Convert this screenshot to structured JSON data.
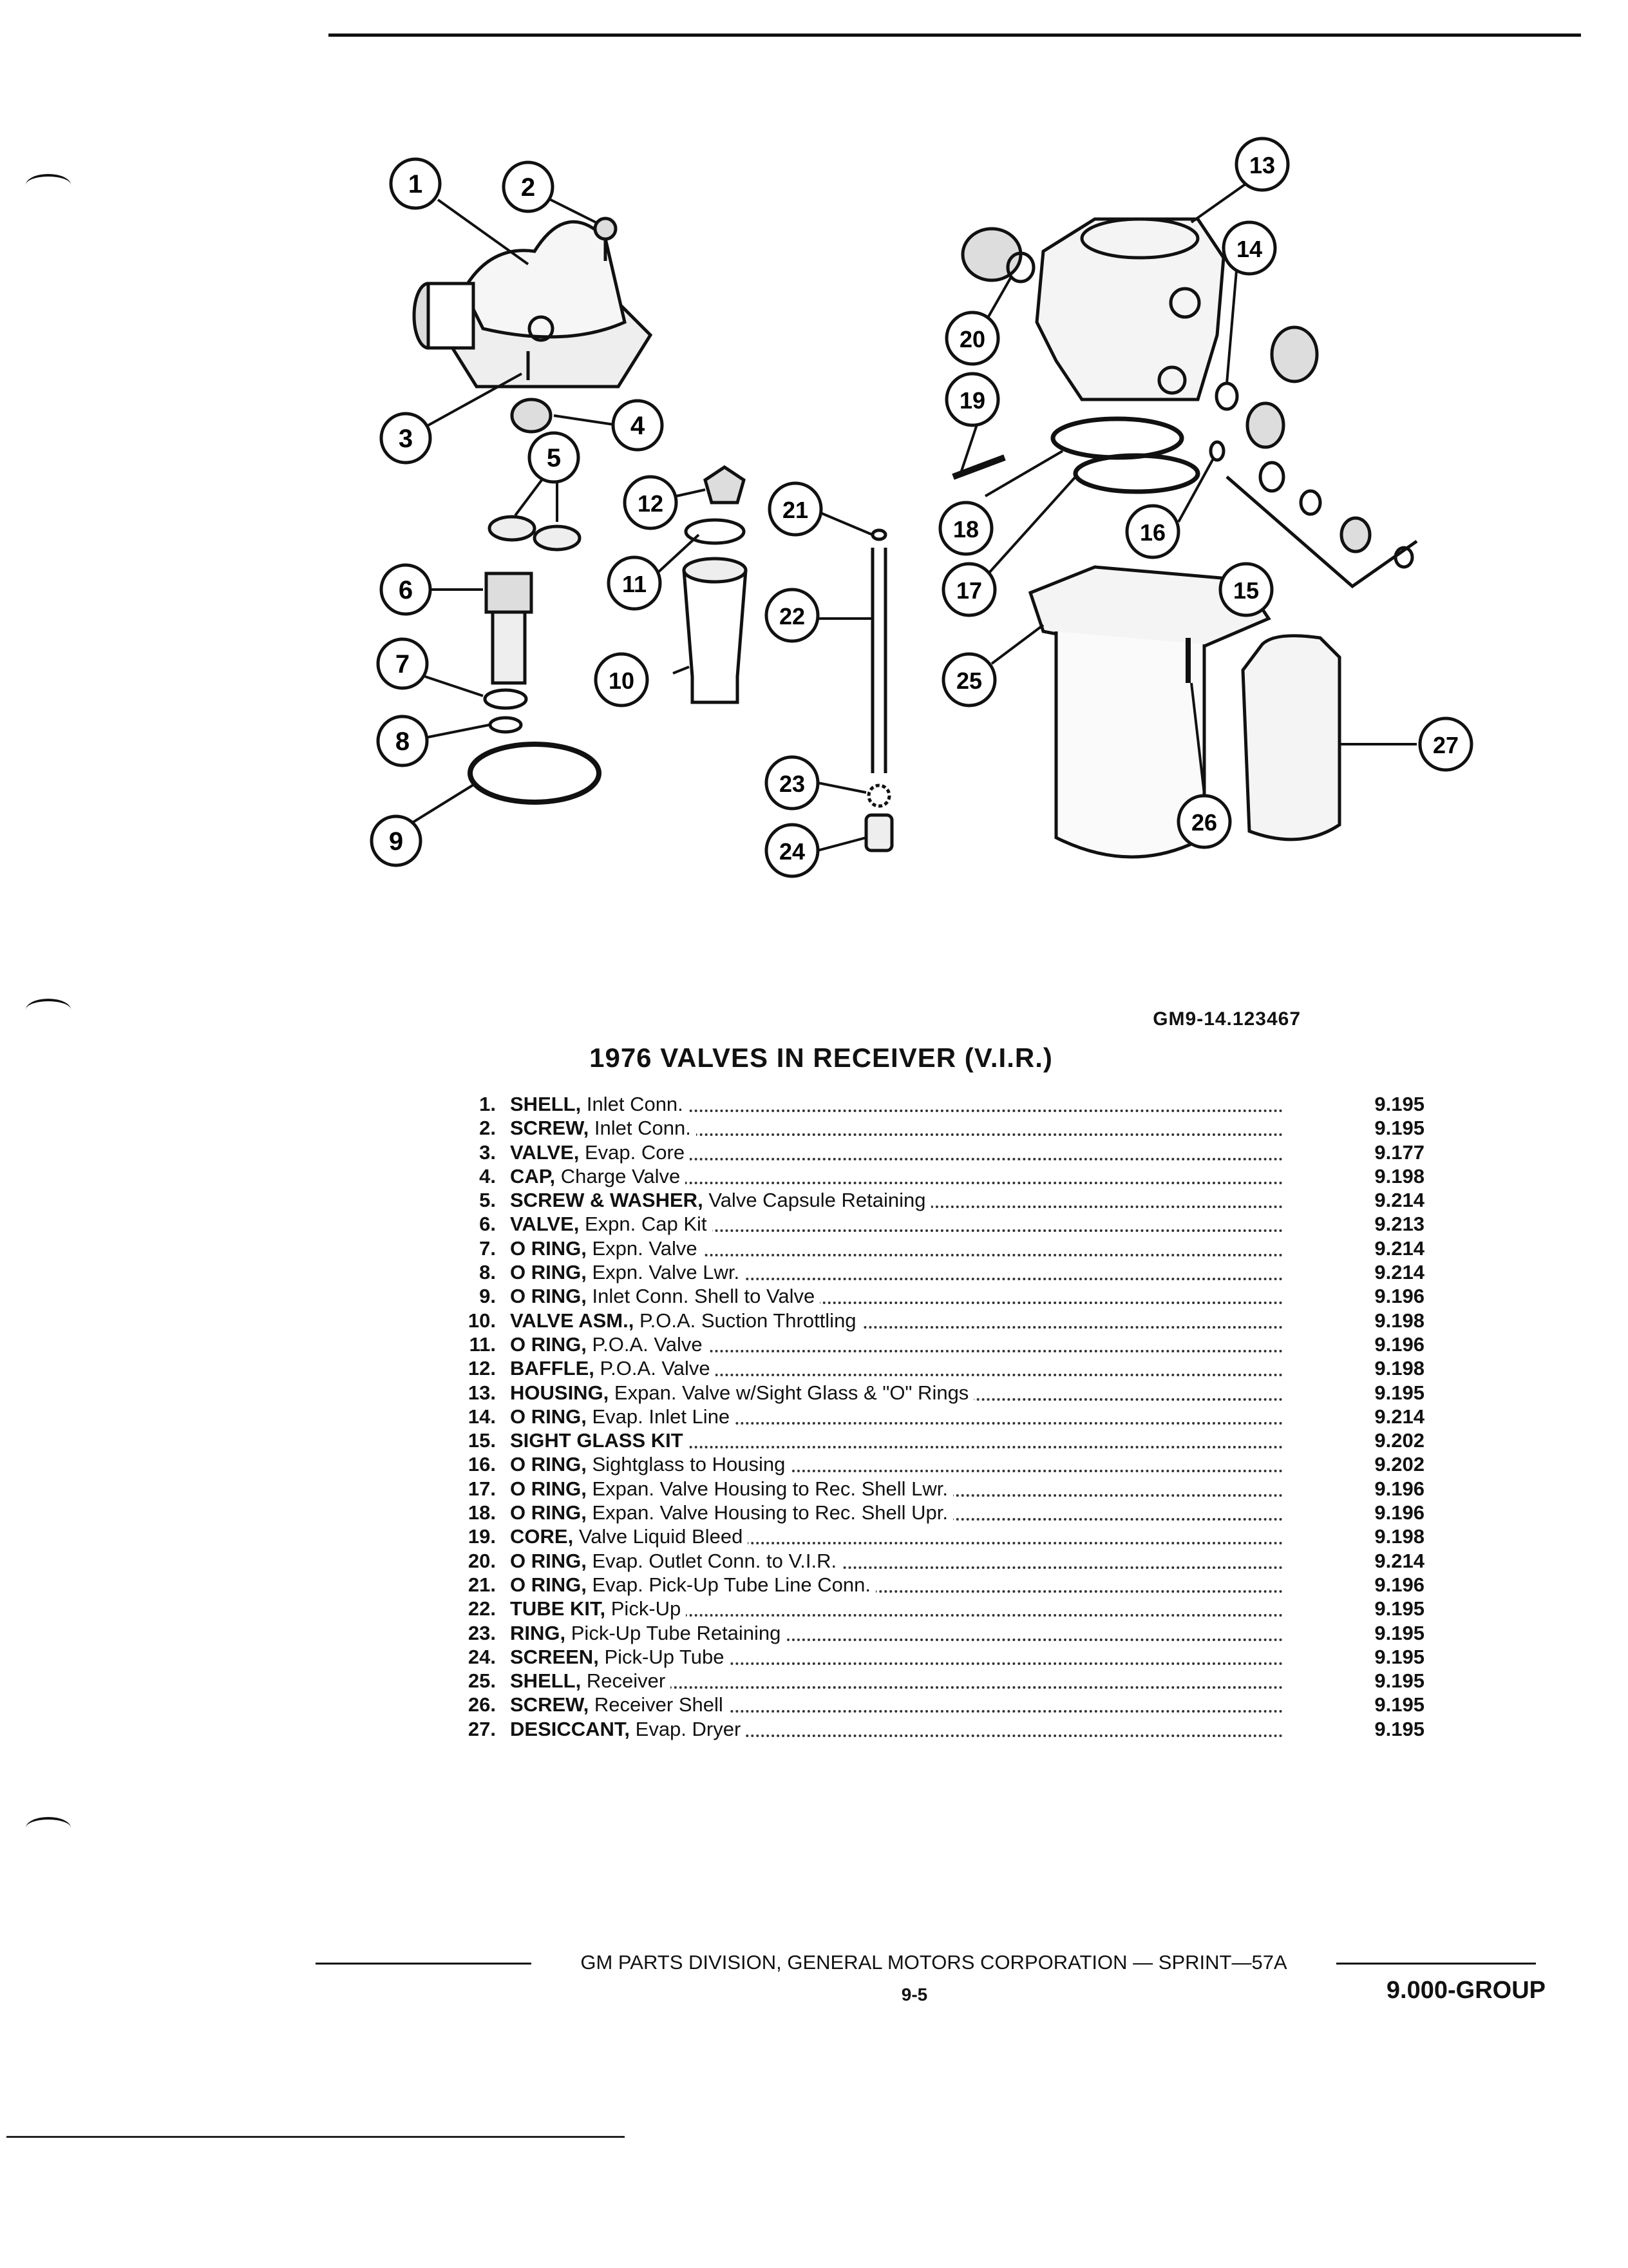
{
  "figure": {
    "code": "GM9-14.123467",
    "callouts": [
      "1",
      "2",
      "3",
      "4",
      "5",
      "6",
      "7",
      "8",
      "9",
      "10",
      "11",
      "12",
      "13",
      "14",
      "15",
      "16",
      "17",
      "18",
      "19",
      "20",
      "21",
      "22",
      "23",
      "24",
      "25",
      "26",
      "27"
    ]
  },
  "title": "1976 VALVES IN RECEIVER (V.I.R.)",
  "parts": [
    {
      "num": "1.",
      "name": "SHELL,",
      "desc": "Inlet Conn.",
      "page": "9.195"
    },
    {
      "num": "2.",
      "name": "SCREW,",
      "desc": "Inlet Conn.",
      "page": "9.195"
    },
    {
      "num": "3.",
      "name": "VALVE,",
      "desc": "Evap. Core",
      "page": "9.177"
    },
    {
      "num": "4.",
      "name": "CAP,",
      "desc": "Charge Valve",
      "page": "9.198"
    },
    {
      "num": "5.",
      "name": "SCREW & WASHER,",
      "desc": "Valve Capsule Retaining",
      "page": "9.214"
    },
    {
      "num": "6.",
      "name": "VALVE,",
      "desc": "Expn. Cap Kit",
      "page": "9.213"
    },
    {
      "num": "7.",
      "name": "O RING,",
      "desc": "Expn. Valve",
      "page": "9.214"
    },
    {
      "num": "8.",
      "name": "O RING,",
      "desc": "Expn. Valve Lwr.",
      "page": "9.214"
    },
    {
      "num": "9.",
      "name": "O RING,",
      "desc": "Inlet Conn. Shell to Valve",
      "page": "9.196"
    },
    {
      "num": "10.",
      "name": "VALVE ASM.,",
      "desc": "P.O.A. Suction Throttling",
      "page": "9.198"
    },
    {
      "num": "11.",
      "name": "O RING,",
      "desc": "P.O.A. Valve",
      "page": "9.196"
    },
    {
      "num": "12.",
      "name": "BAFFLE,",
      "desc": "P.O.A. Valve",
      "page": "9.198"
    },
    {
      "num": "13.",
      "name": "HOUSING,",
      "desc": "Expan. Valve w/Sight Glass & \"O\" Rings",
      "page": "9.195"
    },
    {
      "num": "14.",
      "name": "O RING,",
      "desc": "Evap. Inlet Line",
      "page": "9.214"
    },
    {
      "num": "15.",
      "name": "SIGHT GLASS KIT",
      "desc": "",
      "page": "9.202"
    },
    {
      "num": "16.",
      "name": "O RING,",
      "desc": "Sightglass to Housing",
      "page": "9.202"
    },
    {
      "num": "17.",
      "name": "O RING,",
      "desc": "Expan. Valve Housing to Rec. Shell Lwr.",
      "page": "9.196"
    },
    {
      "num": "18.",
      "name": "O RING,",
      "desc": "Expan. Valve Housing to Rec. Shell Upr.",
      "page": "9.196"
    },
    {
      "num": "19.",
      "name": "CORE,",
      "desc": "Valve Liquid Bleed",
      "page": "9.198"
    },
    {
      "num": "20.",
      "name": "O RING,",
      "desc": "Evap. Outlet Conn. to V.I.R.",
      "page": "9.214"
    },
    {
      "num": "21.",
      "name": "O RING,",
      "desc": "Evap. Pick-Up Tube Line Conn.",
      "page": "9.196"
    },
    {
      "num": "22.",
      "name": "TUBE KIT,",
      "desc": "Pick-Up",
      "page": "9.195"
    },
    {
      "num": "23.",
      "name": "RING,",
      "desc": "Pick-Up Tube Retaining",
      "page": "9.195"
    },
    {
      "num": "24.",
      "name": "SCREEN,",
      "desc": "Pick-Up Tube",
      "page": "9.195"
    },
    {
      "num": "25.",
      "name": "SHELL,",
      "desc": "Receiver",
      "page": "9.195"
    },
    {
      "num": "26.",
      "name": "SCREW,",
      "desc": "Receiver Shell",
      "page": "9.195"
    },
    {
      "num": "27.",
      "name": "DESICCANT,",
      "desc": "Evap. Dryer",
      "page": "9.195"
    }
  ],
  "footer": {
    "text": "GM PARTS DIVISION, GENERAL MOTORS CORPORATION — SPRINT—57A",
    "page_number": "9-5",
    "group": "9.000-GROUP"
  }
}
